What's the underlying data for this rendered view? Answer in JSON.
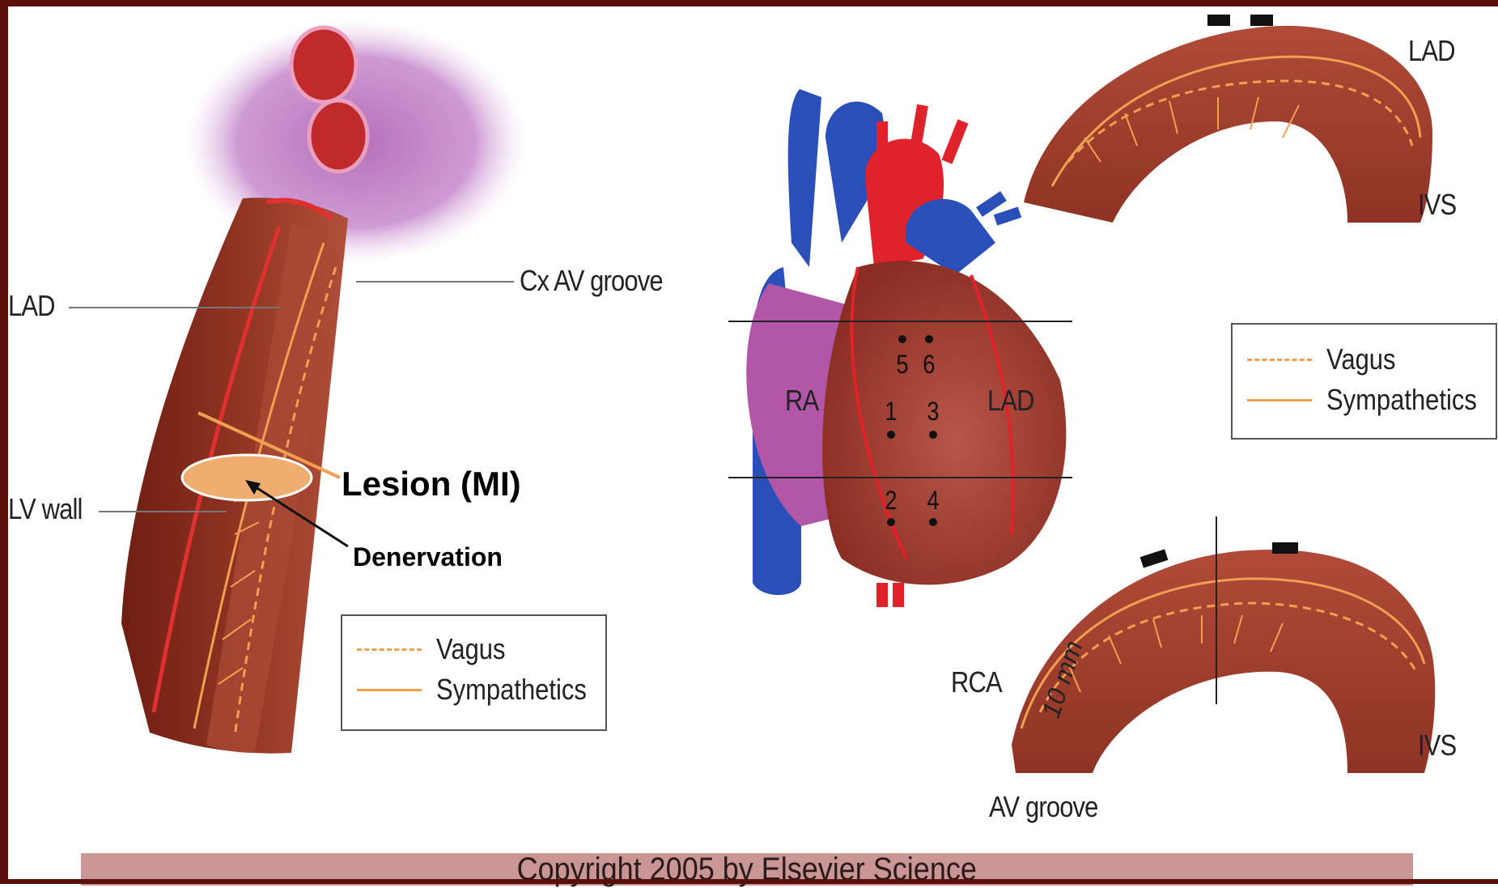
{
  "left_figure": {
    "label_lad": "LAD",
    "label_cx": "Cx AV groove",
    "label_lv": "LV wall",
    "label_lesion": "Lesion (MI)",
    "label_denervation": "Denervation",
    "legend": {
      "vagus": "Vagus",
      "sympathetics": "Sympathetics"
    }
  },
  "center_figure": {
    "label_ra": "RA",
    "label_lad": "LAD",
    "sites": [
      "5",
      "6",
      "1",
      "3",
      "2",
      "4"
    ]
  },
  "right_top_figure": {
    "label_lad": "LAD",
    "label_ivs": "IVS",
    "legend": {
      "vagus": "Vagus",
      "sympathetics": "Sympathetics"
    }
  },
  "right_bottom_figure": {
    "label_rca": "RCA",
    "label_ivs": "IVS",
    "label_av": "AV groove",
    "label_10mm": "10 mm"
  },
  "footer": {
    "copyright": "Copyright 2005 by Elsevier Science"
  },
  "colors": {
    "frame": "#5a0f0a",
    "tissue": "#9e3b2a",
    "vessel_red": "#d8202a",
    "vessel_blue": "#2a4fb8",
    "nerve": "#f0a050",
    "footer_band": "#c99595"
  }
}
